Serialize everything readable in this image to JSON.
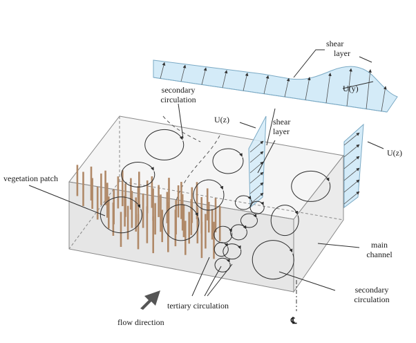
{
  "labels": {
    "shear_layer_top": [
      "shear",
      "layer"
    ],
    "u_y": "U(y)",
    "secondary_circulation_top": [
      "secondary",
      "circulation"
    ],
    "u_z_left": "U(z)",
    "shear_layer_mid": [
      "shear",
      "layer"
    ],
    "u_z_right": "U(z)",
    "vegetation_patch": "vegetation patch",
    "main_channel": [
      "main",
      "channel"
    ],
    "secondary_circulation_bottom": [
      "secondary",
      "circulation"
    ],
    "tertiary_circulation": "tertiary circulation",
    "flow_direction": "flow direction",
    "centerline": "℄"
  },
  "colors": {
    "box_fill": "#e6e6e6",
    "profile_fill": "#d4ebf8",
    "profile_stroke": "#7aa9c4",
    "stem": "#b08968",
    "line": "#2b2b2b",
    "arrow": "#555555"
  }
}
